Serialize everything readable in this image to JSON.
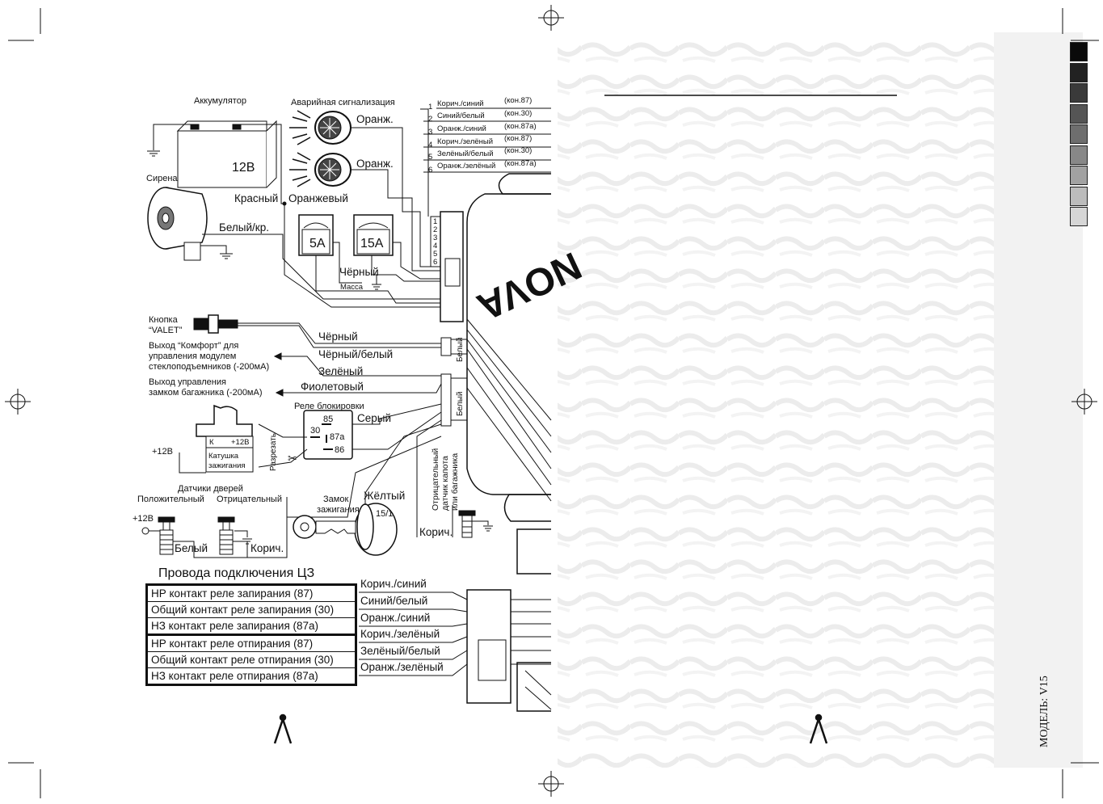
{
  "battery": {
    "title": "Аккумулятор",
    "voltage": "12В"
  },
  "hazard": {
    "title": "Аварийная сигнализация",
    "lamp1": "Оранж.",
    "lamp2": "Оранж."
  },
  "siren": {
    "title": "Сирена",
    "wire": "Белый/кр."
  },
  "wires_top": {
    "red": "Красный",
    "orange": "Оранжевый",
    "black": "Чёрный",
    "ground": "Масса"
  },
  "fuses": {
    "f1": "5А",
    "f2": "15А"
  },
  "connector6": {
    "pins": [
      {
        "n": "1",
        "color": "Корич./синий",
        "contact": "(кон.87)"
      },
      {
        "n": "2",
        "color": "Синий/белый",
        "contact": "(кон.30)"
      },
      {
        "n": "3",
        "color": "Оранж./синий",
        "contact": "(кон.87а)"
      },
      {
        "n": "4",
        "color": "Корич./зелёный",
        "contact": "(кон.87)"
      },
      {
        "n": "5",
        "color": "Зелёный/белый",
        "contact": "(кон.30)"
      },
      {
        "n": "6",
        "color": "Оранж./зелёный",
        "contact": "(кон.87а)"
      }
    ],
    "pin_labels": [
      "1",
      "2",
      "3",
      "4",
      "5",
      "6"
    ]
  },
  "valet": {
    "line1": "Кнопка",
    "line2": "“VALET”",
    "w1": "Чёрный",
    "w2": "Чёрный/белый"
  },
  "comfort": {
    "line1": "Выход “Комфорт” для",
    "line2": "управления модулем",
    "line3": "стеклоподъемников (-200мА)",
    "wire": "Зелёный"
  },
  "trunk": {
    "line1": "Выход управления",
    "line2": "замком багажника (-200мА)",
    "wire": "Фиолетовый"
  },
  "white_label1": "Белый",
  "white_label2": "Белый",
  "relay": {
    "title": "Реле блокировки",
    "wire": "Серый",
    "p85": "85",
    "p30": "30",
    "p87a": "87а",
    "p86": "86"
  },
  "coil": {
    "k": "К",
    "plus": "+12В",
    "line1": "Катушка",
    "line2": "зажигания",
    "cut": "Разрезать",
    "supply": "+12В"
  },
  "doors": {
    "title": "Датчики дверей",
    "pos": "Положительный",
    "neg": "Отрицательный",
    "plus": "+12В",
    "white": "Белый",
    "brown": "Корич."
  },
  "ignition": {
    "line1": "Замок",
    "line2": "зажигания",
    "terminal": "15/1",
    "wire": "Жёлтый"
  },
  "hood": {
    "line1": "Отрицательный",
    "line2": "датчик капота",
    "line3": "или багажника",
    "wire": "Корич."
  },
  "cz": {
    "title": "Провода подключения ЦЗ",
    "rows": [
      {
        "desc": "НР контакт реле запирания (87)",
        "wire": "Корич./синий"
      },
      {
        "desc": "Общий контакт реле запирания (30)",
        "wire": "Синий/белый"
      },
      {
        "desc": "НЗ контакт реле запирания (87а)",
        "wire": "Оранж./синий"
      },
      {
        "desc": "НР контакт реле отпирания (87)",
        "wire": "Корич./зелёный"
      },
      {
        "desc": "Общий контакт реле отпирания (30)",
        "wire": "Зелёный/белый"
      },
      {
        "desc": "НЗ контакт реле отпирания (87а)",
        "wire": "Оранж./зелёный"
      }
    ]
  },
  "brand": "NOVA",
  "model": "МОДЕЛЬ: V15",
  "colors": {
    "line": "#111111",
    "gray_scale": [
      "#0a0a0a",
      "#222222",
      "#3a3a3a",
      "#555555",
      "#6e6e6e",
      "#888888",
      "#a2a2a2",
      "#bcbcbc",
      "#d6d6d6"
    ]
  }
}
